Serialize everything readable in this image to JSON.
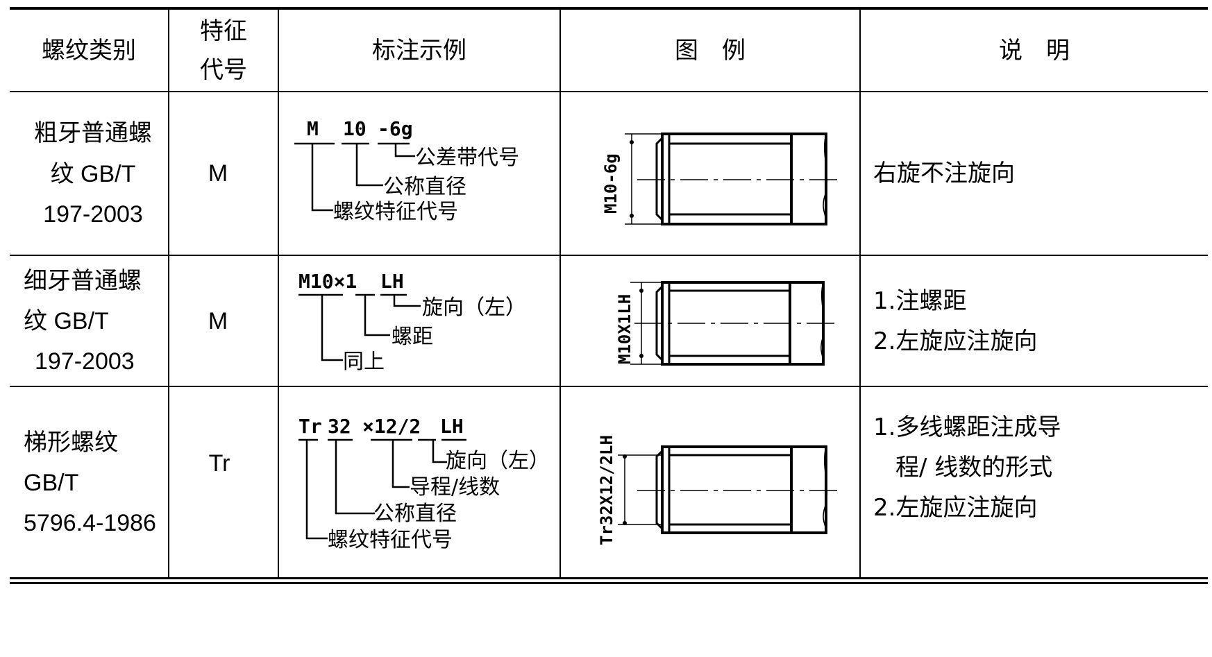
{
  "headers": {
    "type": "螺纹类别",
    "code_line1": "特征",
    "code_line2": "代号",
    "annotation": "标注示例",
    "figure": "图　例",
    "note": "说　明"
  },
  "rows": [
    {
      "type_line1": "粗牙普通螺",
      "type_line2": "纹 GB/T",
      "type_line3": "197-2003",
      "code": "M",
      "ann_top": [
        "M",
        "10",
        "-6g"
      ],
      "ann_labels": [
        "公差带代号",
        "公称直径",
        "螺纹特征代号"
      ],
      "dim_label": "M10-6g",
      "note_lines": [
        "右旋不注旋向"
      ]
    },
    {
      "type_line1": "细牙普通螺",
      "type_line2": "纹 GB/T",
      "type_line3": "197-2003",
      "code": "M",
      "ann_top": [
        "M10×1",
        "LH"
      ],
      "ann_labels": [
        "旋向（左）",
        "螺距",
        "同上"
      ],
      "dim_label": "M10X1LH",
      "note_lines": [
        "1.注螺距",
        "2.左旋应注旋向"
      ]
    },
    {
      "type_line1": "梯形螺纹",
      "type_line2": "GB/T",
      "type_line3": "5796.4-1986",
      "code": "Tr",
      "ann_top": [
        "Tr",
        "32",
        "×12/2",
        "LH"
      ],
      "ann_labels": [
        "旋向（左）",
        "导程/线数",
        "公称直径",
        "螺纹特征代号"
      ],
      "dim_label": "Tr32X12/2LH",
      "note_lines": [
        "1.多线螺距注成导",
        "程/ 线数的形式",
        "2.左旋应注旋向"
      ]
    }
  ]
}
